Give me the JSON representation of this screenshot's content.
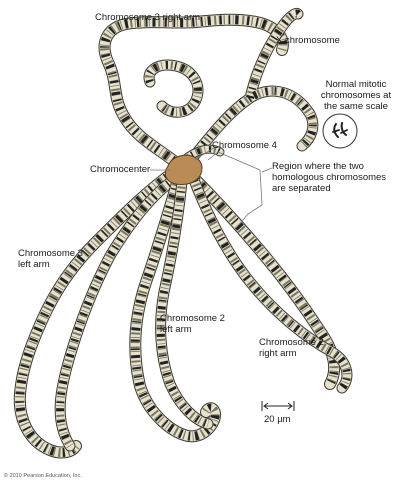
{
  "colors": {
    "chromosome_fill": "#e6e1cd",
    "band_dark": "#222222",
    "band_mid": "#7a7660",
    "outline": "#3a3a30",
    "chromocenter": "#b98c56",
    "leader_line": "#777777"
  },
  "labels": {
    "chromosome_3_right_arm": "Chromosome 3 right arm",
    "x_chromosome": "X chromosome",
    "normal_mitotic": [
      "Normal mitotic",
      "chromosomes at",
      "the same scale"
    ],
    "chromosome_4": "Chromosome 4",
    "chromocenter": "Chromocenter",
    "region_separated": [
      "Region where the two",
      "homologous chromosomes",
      "are separated"
    ],
    "chromosome_3_left_arm": [
      "Chromosome 3",
      "left arm"
    ],
    "chromosome_2_left_arm": [
      "Chromosome 2",
      "left arm"
    ],
    "chromosome_2_right_arm": [
      "Chromosome 2",
      "right arm"
    ],
    "scale_bar": "20 µm",
    "copyright": "© 2010 Pearson Education, Inc."
  }
}
